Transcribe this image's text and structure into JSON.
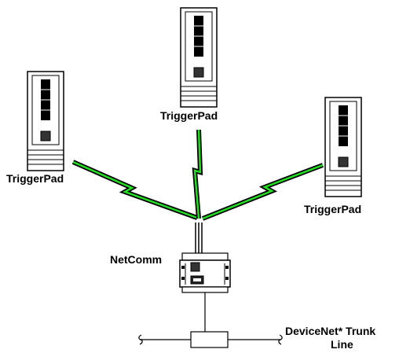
{
  "devices": [
    {
      "id": "left",
      "label": "TriggerPad"
    },
    {
      "id": "top",
      "label": "TriggerPad"
    },
    {
      "id": "right",
      "label": "TriggerPad"
    }
  ],
  "netcomm": {
    "label": "NetComm"
  },
  "trunk": {
    "label_line1": "DeviceNet* Trunk",
    "label_line2": "Line"
  },
  "colors": {
    "wireless_link": "#22dd22",
    "outline": "#000000",
    "background": "#ffffff"
  }
}
